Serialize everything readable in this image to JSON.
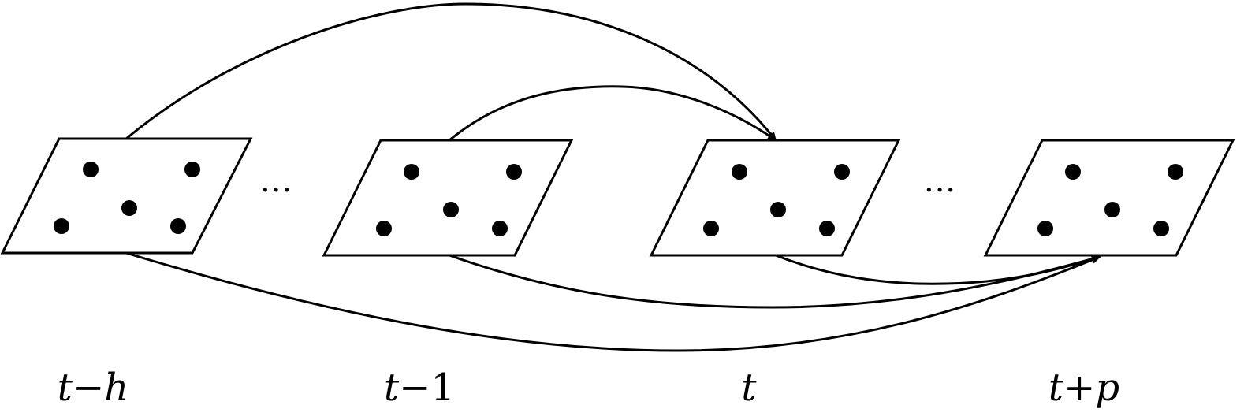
{
  "frames": [
    {
      "id": "t-h",
      "label": {
        "pre": "t",
        "op": "−",
        "post": "h",
        "post_italic": true
      }
    },
    {
      "id": "t-1",
      "label": {
        "pre": "t",
        "op": "−",
        "post": "1",
        "post_italic": false
      }
    },
    {
      "id": "t",
      "label": {
        "pre": "t",
        "op": "",
        "post": "",
        "post_italic": false
      }
    },
    {
      "id": "t+p",
      "label": {
        "pre": "t",
        "op": "+",
        "post": "p",
        "post_italic": true
      }
    }
  ],
  "ellipses": [
    "···",
    "···"
  ],
  "arrows": [
    {
      "from": "t-h",
      "to": "t"
    },
    {
      "from": "t-1",
      "to": "t"
    },
    {
      "from": "t-h",
      "to": "t+p"
    },
    {
      "from": "t-1",
      "to": "t+p"
    },
    {
      "from": "t",
      "to": "t+p"
    }
  ],
  "colors": {
    "stroke": "#000000",
    "background": "#ffffff"
  }
}
